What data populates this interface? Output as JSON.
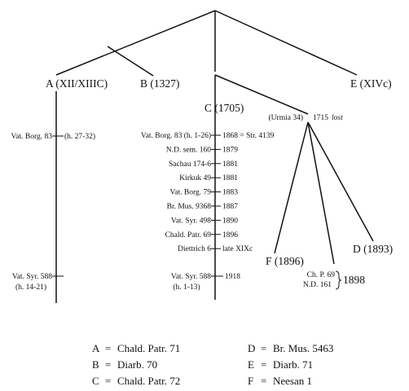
{
  "nodes": {
    "a": "A (XII/XIIIC)",
    "b": "B (1327)",
    "c": "C (1705)",
    "d": "D (1893)",
    "e": "E (XIVc)",
    "f": "F (1896)"
  },
  "a_witnesses": {
    "vat_borg_83": "Vat. Borg. 83",
    "vat_borg_83_range": "(h. 27-32)",
    "vat_syr_588": "Vat. Syr. 588",
    "vat_syr_588_range": "(h. 14-21)"
  },
  "c_witnesses": [
    {
      "name": "Vat. Borg. 83 (h. 1-26)",
      "date": "1868 = Str. 4139"
    },
    {
      "name": "N.D. sem. 160",
      "date": "1879"
    },
    {
      "name": "Sachau 174-6",
      "date": "1881"
    },
    {
      "name": "Kirkuk 49",
      "date": "1881"
    },
    {
      "name": "Vat. Borg. 79",
      "date": "1883"
    },
    {
      "name": "Br. Mus. 9368",
      "date": "1887"
    },
    {
      "name": "Vat. Syr. 498",
      "date": "1890"
    },
    {
      "name": "Chald. Patr. 69",
      "date": "1896"
    },
    {
      "name": "Diettrich 6",
      "date": "late XIXc"
    }
  ],
  "c_last": {
    "name": "Vat. Syr. 588",
    "range": "(h. 1-13)",
    "date": "1918"
  },
  "urmia": {
    "label": "(Urmia 34)",
    "date": "1715",
    "status": "lost"
  },
  "f_children": {
    "ch_p": "Ch. P. 69",
    "nd": "N.D. 161",
    "date": "1898"
  },
  "legend": [
    {
      "key": "A",
      "eq": "=",
      "value": "Chald. Patr. 71"
    },
    {
      "key": "B",
      "eq": "=",
      "value": "Diarb. 70"
    },
    {
      "key": "C",
      "eq": "=",
      "value": "Chald. Patr. 72"
    },
    {
      "key": "D",
      "eq": "=",
      "value": "Br. Mus. 5463"
    },
    {
      "key": "E",
      "eq": "=",
      "value": "Diarb. 71"
    },
    {
      "key": "F",
      "eq": "=",
      "value": "Neesan 1"
    }
  ]
}
